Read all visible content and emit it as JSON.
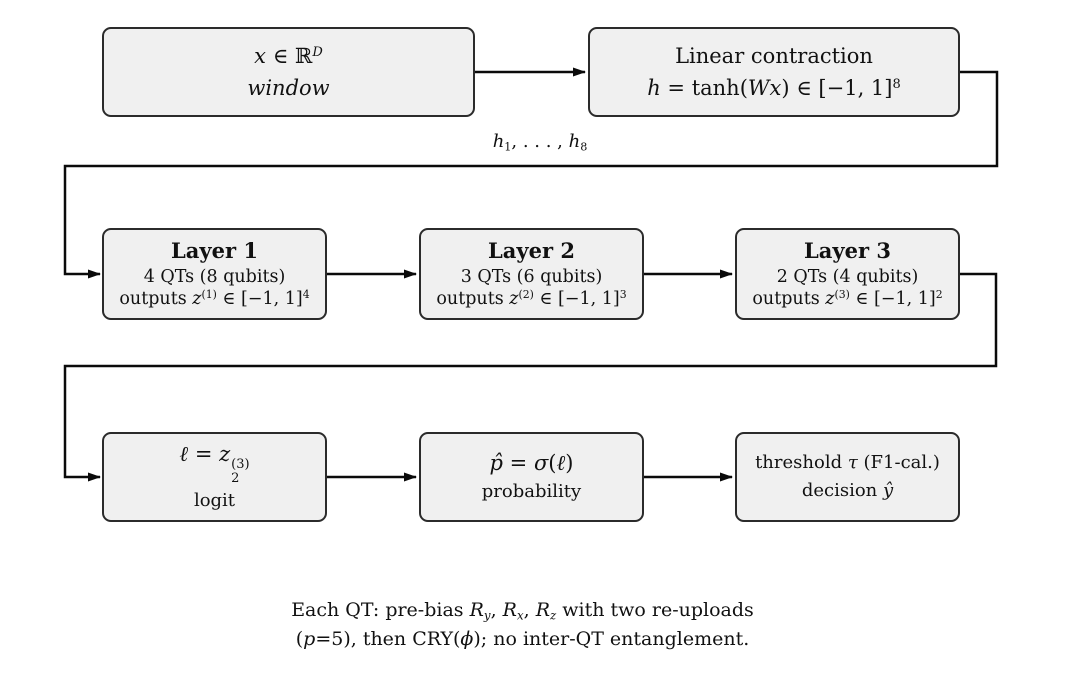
{
  "figure": {
    "palette": {
      "background": "#ffffff",
      "box_fill": "#f0f0f0",
      "box_border": "#2b2b2b",
      "wire": "#0a0a0a",
      "text": "#111111"
    },
    "nodes": {
      "input": {
        "formula": [
          {
            "t": "x",
            "st": "i"
          },
          {
            "t": " ∈ ",
            "st": "r"
          },
          {
            "t": "ℝ",
            "st": "r"
          },
          {
            "t": "D",
            "st": "i-sup"
          }
        ],
        "label": "window"
      },
      "contraction": {
        "title": "Linear contraction",
        "formula": [
          {
            "t": "h",
            "st": "i"
          },
          {
            "t": " = tanh(",
            "st": "r"
          },
          {
            "t": "Wx",
            "st": "i"
          },
          {
            "t": ") ∈ [−1, 1]",
            "st": "r"
          },
          {
            "t": "8",
            "st": "sup"
          }
        ]
      },
      "layer1": {
        "title": "Layer 1",
        "detail": "4 QTs (8 qubits)",
        "outputs": [
          {
            "t": "outputs ",
            "st": "r"
          },
          {
            "t": "z",
            "st": "i"
          },
          {
            "t": "(1)",
            "st": "sup"
          },
          {
            "t": " ∈ [−1, 1]",
            "st": "r"
          },
          {
            "t": "4",
            "st": "sup"
          }
        ]
      },
      "layer2": {
        "title": "Layer 2",
        "detail": "3 QTs (6 qubits)",
        "outputs": [
          {
            "t": "outputs ",
            "st": "r"
          },
          {
            "t": "z",
            "st": "i"
          },
          {
            "t": "(2)",
            "st": "sup"
          },
          {
            "t": " ∈ [−1, 1]",
            "st": "r"
          },
          {
            "t": "3",
            "st": "sup"
          }
        ]
      },
      "layer3": {
        "title": "Layer 3",
        "detail": "2 QTs (4 qubits)",
        "outputs": [
          {
            "t": "outputs ",
            "st": "r"
          },
          {
            "t": "z",
            "st": "i"
          },
          {
            "t": "(3)",
            "st": "sup"
          },
          {
            "t": " ∈ [−1, 1]",
            "st": "r"
          },
          {
            "t": "2",
            "st": "sup"
          }
        ]
      },
      "logit": {
        "formula": [
          {
            "t": "ℓ",
            "st": "i"
          },
          {
            "t": " = ",
            "st": "r"
          },
          {
            "t": "z",
            "st": "i"
          },
          {
            "sup": "(3)",
            "sub": "2",
            "st": "supsub"
          }
        ],
        "label": "logit"
      },
      "probability": {
        "formula": [
          {
            "t": "p̂",
            "st": "i"
          },
          {
            "t": " = ",
            "st": "r"
          },
          {
            "t": "σ",
            "st": "i"
          },
          {
            "t": "(",
            "st": "r"
          },
          {
            "t": "ℓ",
            "st": "i"
          },
          {
            "t": ")",
            "st": "r"
          }
        ],
        "label": "probability"
      },
      "decision": {
        "line1": [
          {
            "t": "threshold ",
            "st": "r"
          },
          {
            "t": "τ",
            "st": "i"
          },
          {
            "t": " (F1-cal.)",
            "st": "r"
          }
        ],
        "line2": [
          {
            "t": "decision ",
            "st": "r"
          },
          {
            "t": "ŷ",
            "st": "i"
          }
        ]
      }
    },
    "edge_label": [
      {
        "t": "h",
        "st": "i"
      },
      {
        "t": "1",
        "st": "sub"
      },
      {
        "t": ", . . . , ",
        "st": "r"
      },
      {
        "t": "h",
        "st": "i"
      },
      {
        "t": "8",
        "st": "sub"
      }
    ],
    "caption": {
      "line1": [
        {
          "t": "Each QT: pre-bias ",
          "st": "r"
        },
        {
          "t": "R",
          "st": "i"
        },
        {
          "t": "y",
          "st": "i-sub"
        },
        {
          "t": ", ",
          "st": "r"
        },
        {
          "t": "R",
          "st": "i"
        },
        {
          "t": "x",
          "st": "i-sub"
        },
        {
          "t": ", ",
          "st": "r"
        },
        {
          "t": "R",
          "st": "i"
        },
        {
          "t": "z",
          "st": "i-sub"
        },
        {
          "t": " with two re-uploads",
          "st": "r"
        }
      ],
      "line2": [
        {
          "t": "(",
          "st": "r"
        },
        {
          "t": "p",
          "st": "i"
        },
        {
          "t": "=5), then CRY(",
          "st": "r"
        },
        {
          "t": "ϕ",
          "st": "i"
        },
        {
          "t": "); no inter-QT entanglement.",
          "st": "r"
        }
      ]
    }
  }
}
